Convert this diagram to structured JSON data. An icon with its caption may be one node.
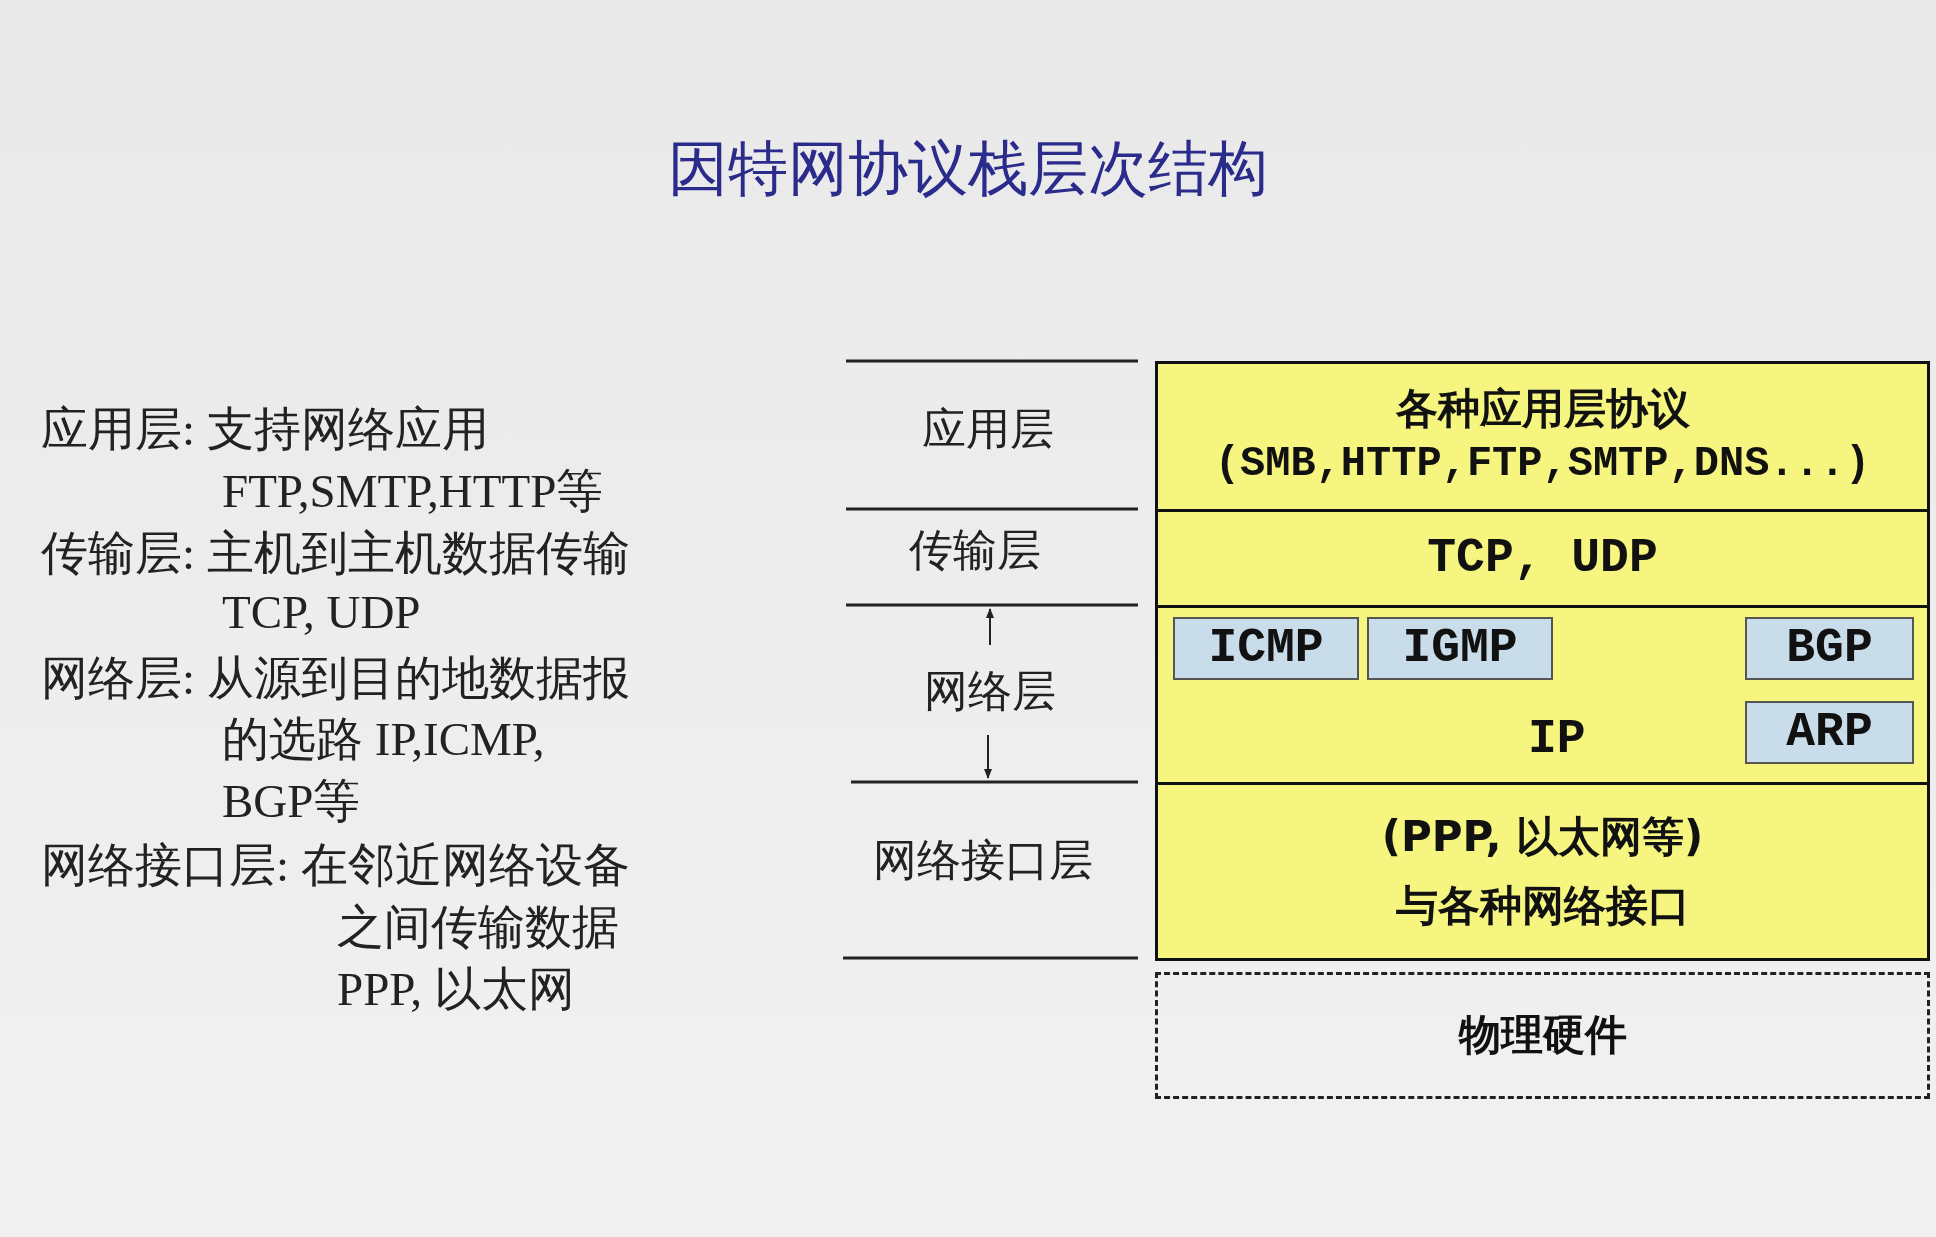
{
  "diagram": {
    "title": "因特网协议栈层次结构",
    "nodes": [
      {
        "text": [
          "各种应用层协议",
          "(SMB,HTTP,FTP,SMTP,DNS...)"
        ]
      },
      {
        "text": [
          "TCP, UDP"
        ]
      },
      {
        "text": [
          "IP"
        ]
      },
      {
        "text": [
          "ICMP"
        ],
        "in": 2
      },
      {
        "text": [
          "IGMP"
        ],
        "in": 2
      },
      {
        "text": [
          "BGP"
        ],
        "in": 2
      },
      {
        "text": [
          "ARP"
        ],
        "in": 2
      },
      {
        "text": [
          "(PPP, 以太网等)",
          "与各种网络接口"
        ]
      },
      {
        "text": [
          "物理硬件"
        ]
      }
    ],
    "edges": [],
    "labels": [
      "应用层: 支持网络应用",
      "FTP,SMTP,HTTP等",
      "传输层: 主机到主机数据传输",
      "TCP, UDP",
      "网络层: 从源到目的地数据报",
      "的选路 IP,ICMP,",
      "BGP等",
      "网络接口层: 在邻近网络设备",
      "之间传输数据",
      "PPP, 以太网",
      "应用层",
      "传输层",
      "网络层",
      "网络接口层"
    ]
  }
}
